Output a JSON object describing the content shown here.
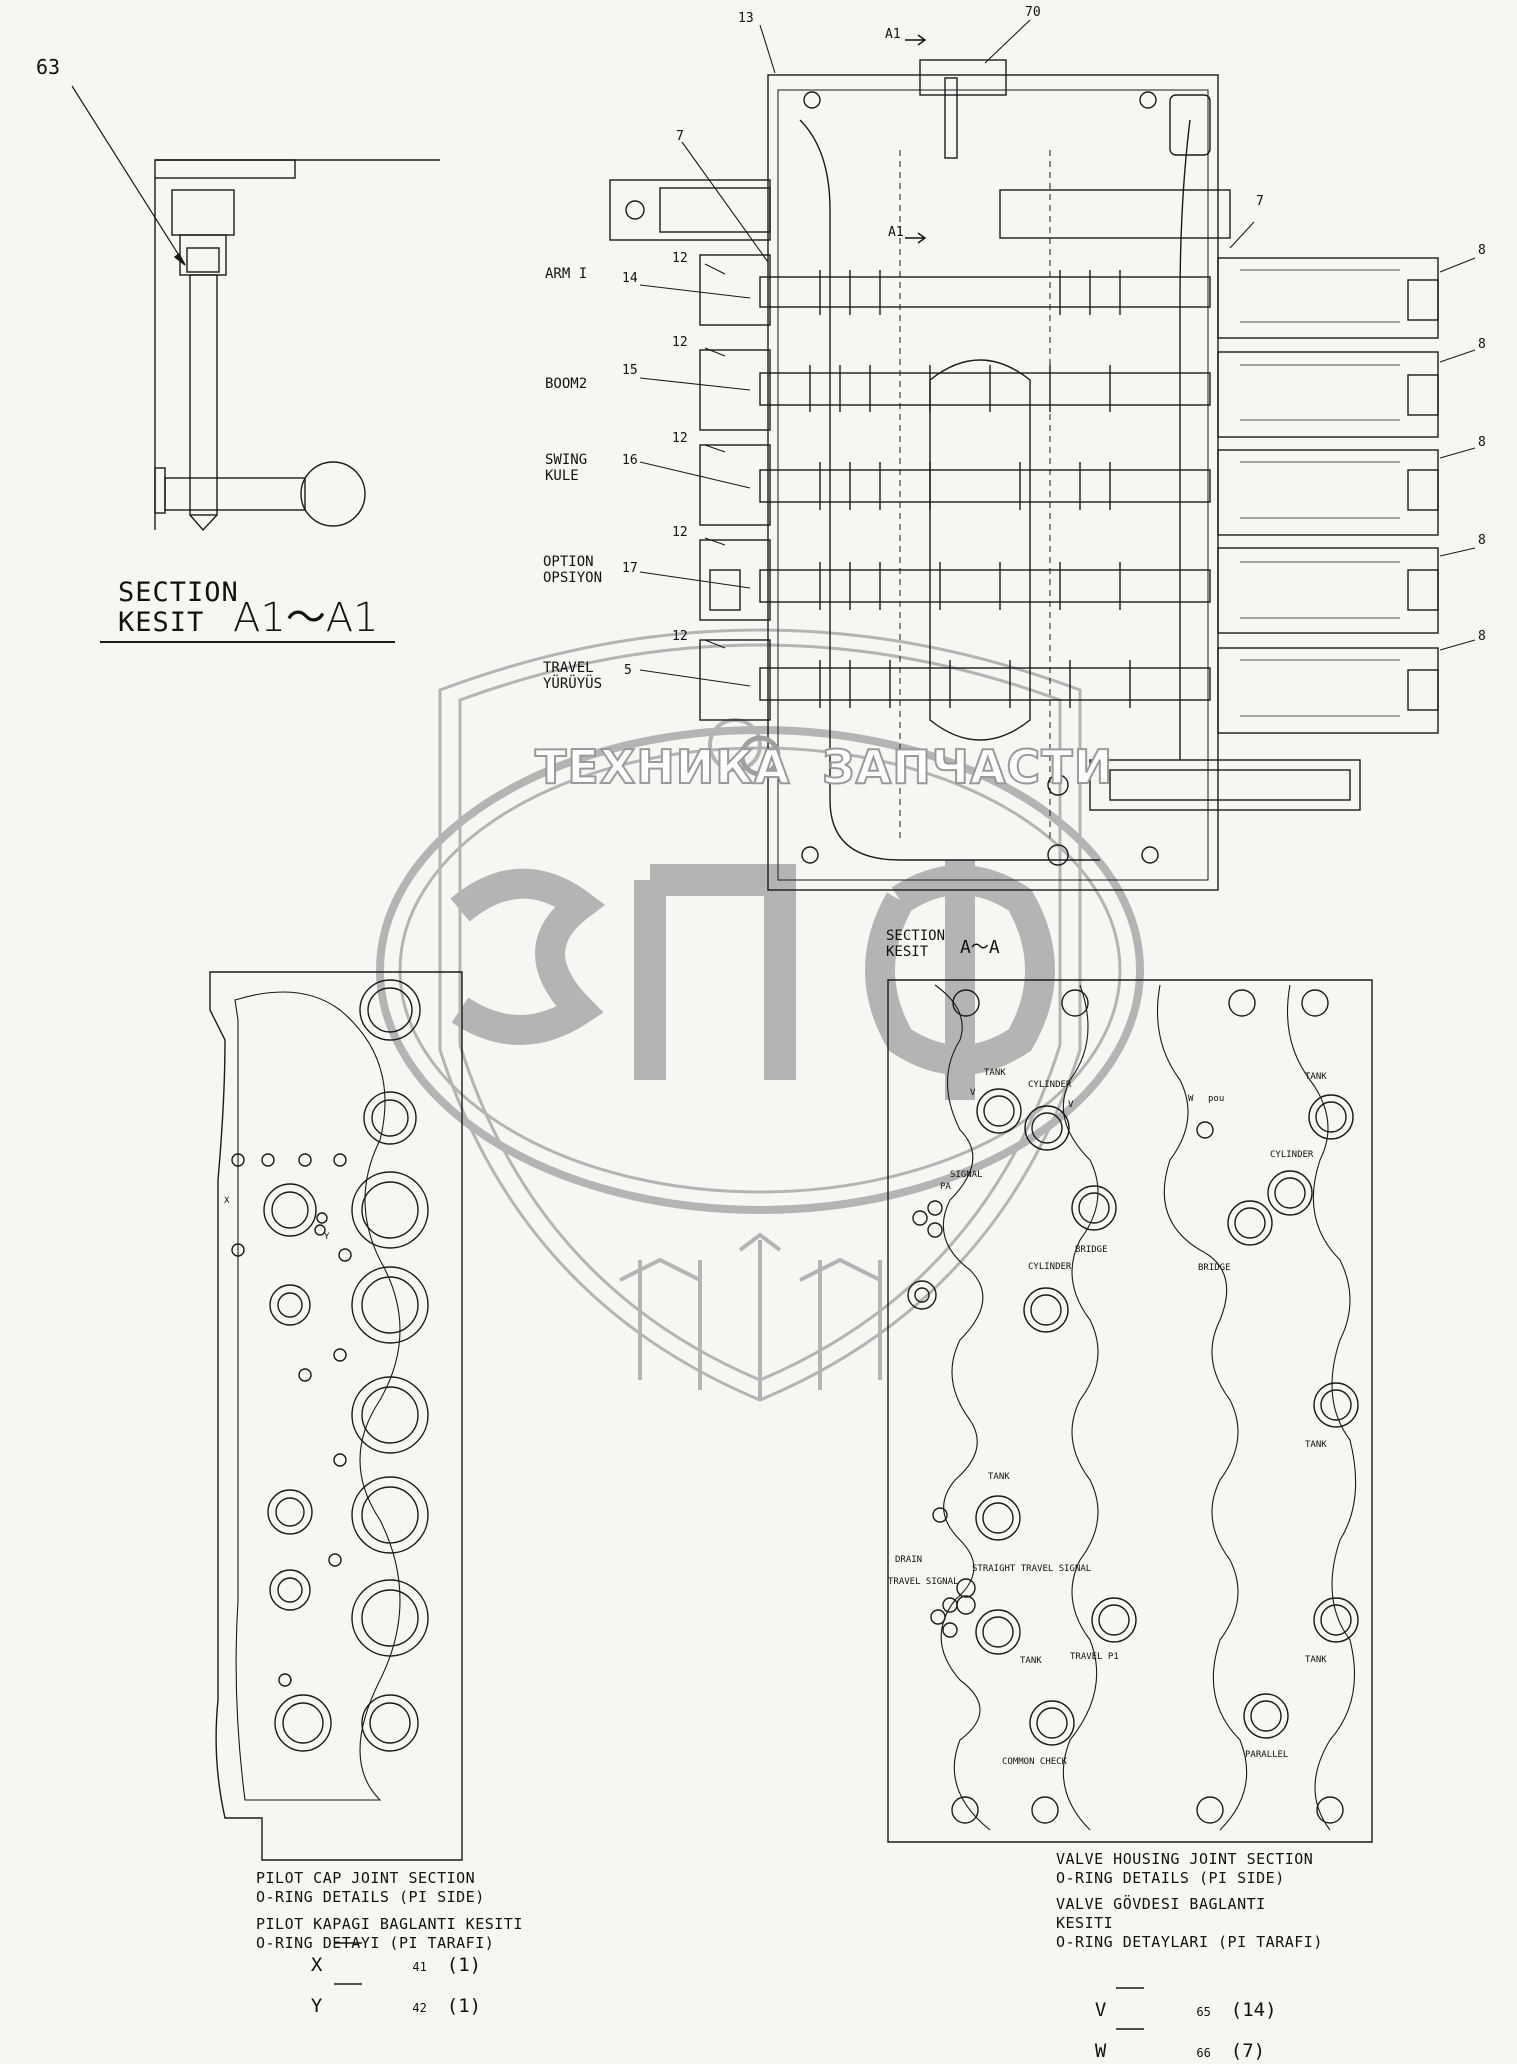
{
  "top_callouts": {
    "n13": "13",
    "n70": "70",
    "a1_top": "A1",
    "a1_mid": "A1"
  },
  "left_detail": {
    "callout": "63",
    "section_label": "SECTION\nKESIT",
    "section_code": "A1～A1"
  },
  "spool_labels": [
    {
      "name": "ARM I",
      "number": "14"
    },
    {
      "name": "BOOM2",
      "number": "15"
    },
    {
      "name": "SWING\nKULE",
      "number": "16"
    },
    {
      "name": "OPTION\nOPSIYON",
      "number": "17"
    },
    {
      "name": "TRAVEL\nYÜRÜYÜS",
      "number": "5"
    }
  ],
  "left_numbers": [
    "7",
    "12",
    "12",
    "12",
    "12",
    "12"
  ],
  "right_numbers": [
    "7",
    "8",
    "8",
    "8",
    "8",
    "8"
  ],
  "section_aa": {
    "label": "SECTION\nKESIT",
    "code": "A～A"
  },
  "port_labels": {
    "tank1": "TANK",
    "cyl1": "CYLINDER",
    "pou": "pou",
    "v1": "V",
    "v2": "V",
    "w1": "W",
    "signal": "SIGNAL",
    "pa": "PA",
    "bridge1": "BRIDGE",
    "cyl2": "CYLINDER",
    "tank2": "TANK",
    "cyl3": "CYLINDER",
    "bridge2": "BRIDGE",
    "tank3": "TANK",
    "tank4": "TANK",
    "drain": "DRAIN",
    "travel_signal": "TRAVEL SIGNAL",
    "straight_travel": "STRAIGHT TRAVEL SIGNAL",
    "tank5": "TANK",
    "travel_p1": "TRAVEL P1",
    "tank6": "TANK",
    "common_check": "COMMON CHECK",
    "parallel": "PARALLEL",
    "x": "X",
    "y": "Y"
  },
  "captions": {
    "pilot_en": "PILOT CAP JOINT SECTION\nO-RING DETAILS (PI SIDE)",
    "pilot_tr": "PILOT KAPAGI BAGLANTI KESITI\nO-RING DETAYI (PI TARAFI)",
    "valve_en": "VALVE HOUSING JOINT SECTION\nO-RING DETAILS (PI SIDE)",
    "valve_tr": "VALVE GÖVDESI BAGLANTI\nKESITI\nO-RING DETAYLARI (PI TARAFI)"
  },
  "legend": {
    "x": {
      "letter": "X",
      "part": "41",
      "qty": "(1)"
    },
    "y": {
      "letter": "Y",
      "part": "42",
      "qty": "(1)"
    },
    "v": {
      "letter": "V",
      "part": "65",
      "qty": "(14)"
    },
    "w": {
      "letter": "W",
      "part": "66",
      "qty": "(7)"
    }
  },
  "watermark": {
    "left": "ТЕХНИКА",
    "right": "ЗАПЧАСТИ"
  }
}
